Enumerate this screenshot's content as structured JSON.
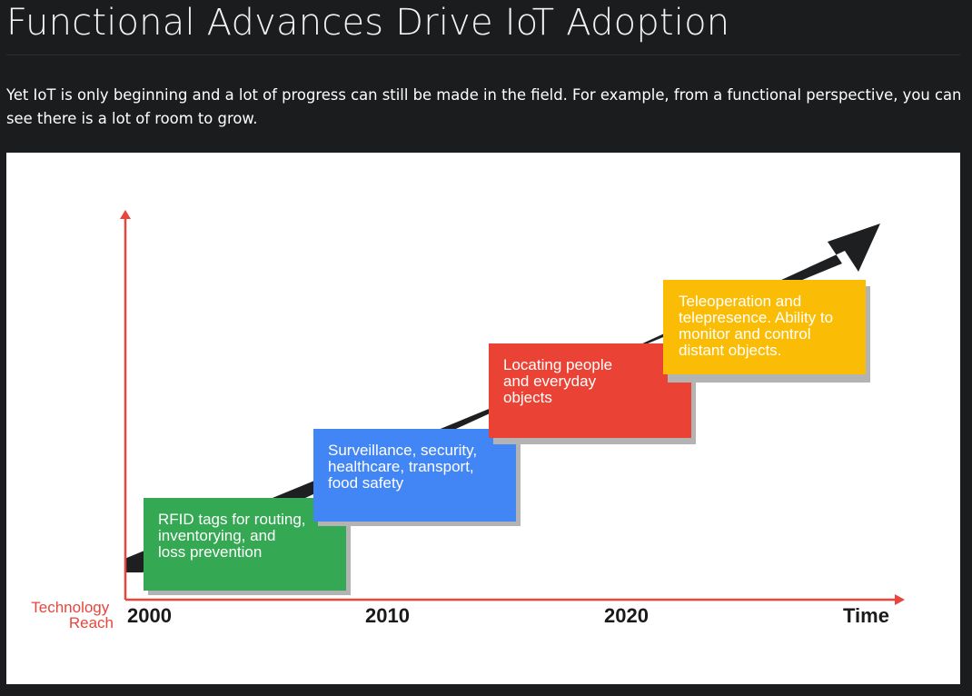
{
  "page": {
    "title": "Functional Advances Drive IoT Adoption",
    "intro": "Yet IoT is only beginning and a lot of progress can still be made in the field. For example, from a functional perspective, you can see there is a lot of room to grow."
  },
  "diagram": {
    "y_axis_label": [
      "Technology",
      "Reach"
    ],
    "x_axis_label": "Time",
    "years": [
      "2000",
      "2010",
      "2020"
    ],
    "stages": [
      {
        "color": "#34a853",
        "lines": [
          "RFID tags for routing,",
          "inventorying, and",
          "loss prevention"
        ]
      },
      {
        "color": "#4285f4",
        "lines": [
          "Surveillance, security,",
          "healthcare, transport,",
          "food safety"
        ]
      },
      {
        "color": "#ea4335",
        "lines": [
          "Locating people",
          "and everyday",
          "objects"
        ]
      },
      {
        "color": "#fbbc05",
        "lines": [
          "Teleoperation and",
          "telepresence. Ability to",
          "monitor and control",
          "distant objects."
        ]
      }
    ],
    "colors": {
      "axis": "#e8453c",
      "trend_arrow": "#1e1f21",
      "shadow": "#b3b3b3"
    }
  }
}
